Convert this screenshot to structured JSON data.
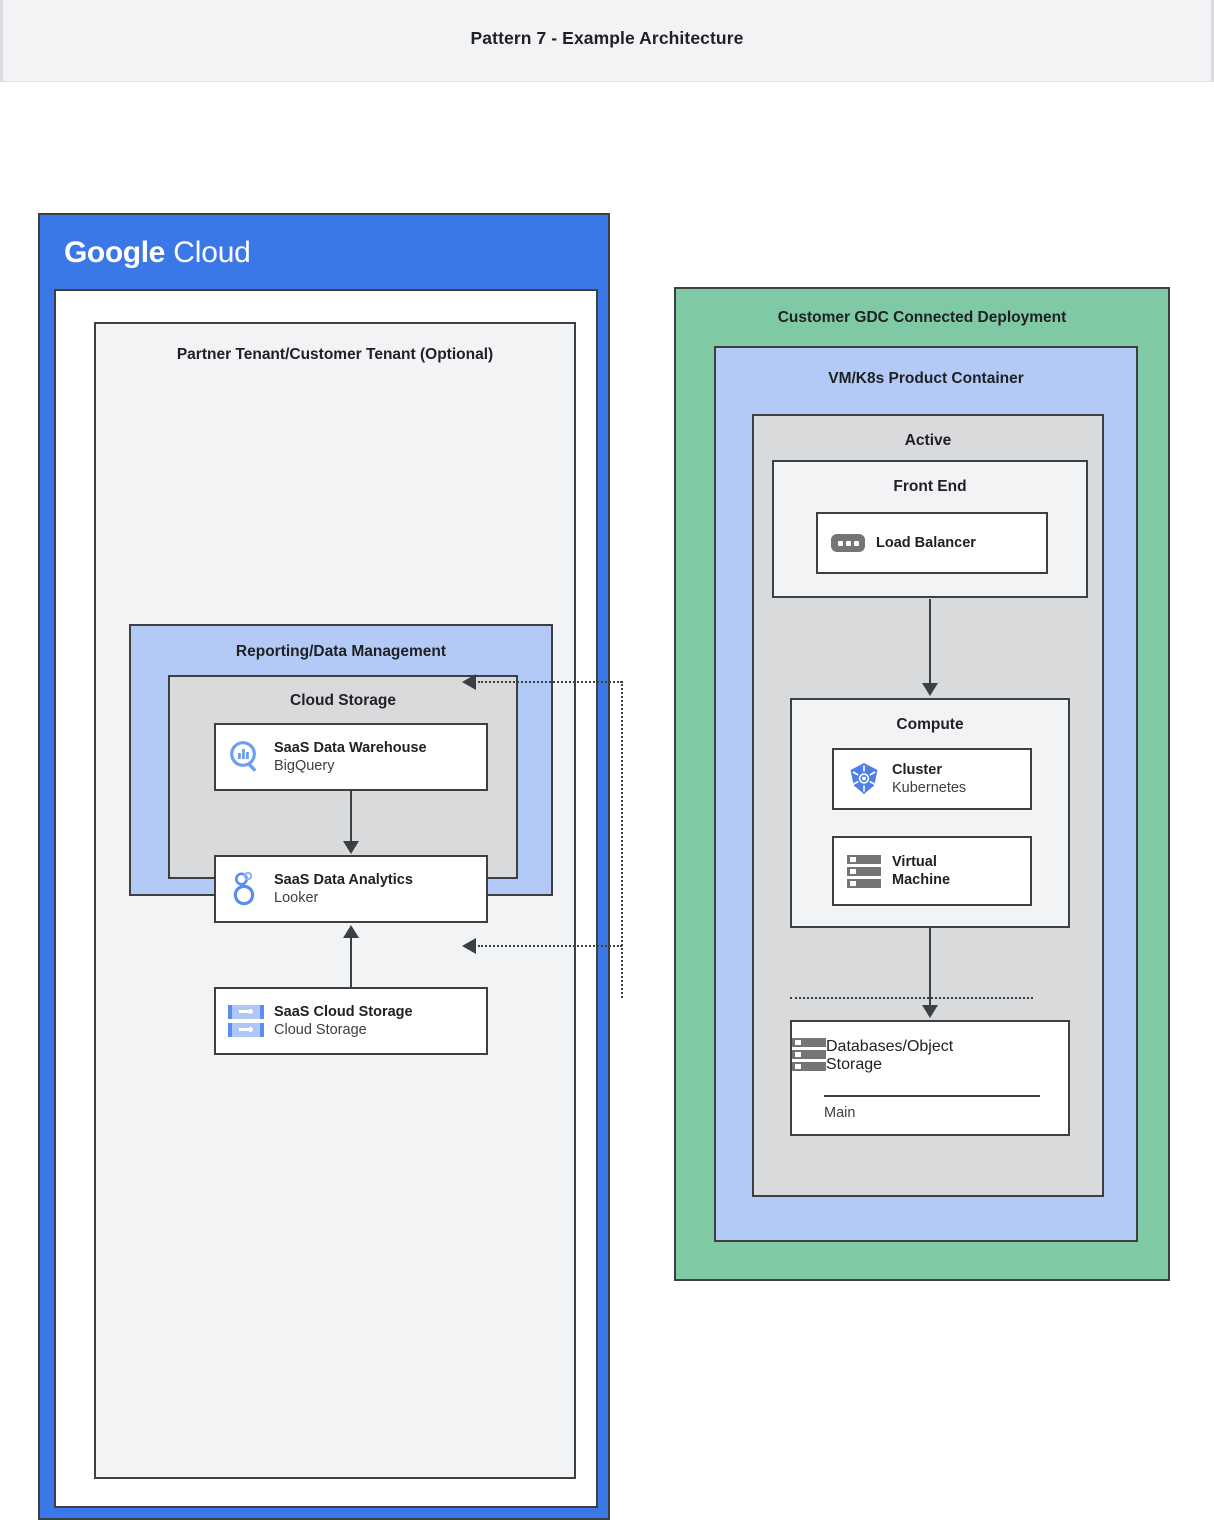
{
  "header": {
    "title": "Pattern 7 - Example Architecture"
  },
  "colors": {
    "google_blue": "#3b78e7",
    "light_blue": "#b4caf6",
    "green": "#80c9a5",
    "gray": "#d9dadb",
    "light_gray": "#f1f3f4",
    "stroke": "#3c4043",
    "icon_blue": "#5b8def"
  },
  "google_cloud_panel": {
    "logo_primary": "Google",
    "logo_secondary": "Cloud",
    "tenant": {
      "title": "Partner Tenant/Customer Tenant (Optional)"
    },
    "reporting": {
      "title": "Reporting/Data Management",
      "cloud_storage": {
        "title": "Cloud Storage",
        "services": [
          {
            "name": "SaaS Data Warehouse",
            "product": "BigQuery",
            "icon": "bigquery-icon"
          },
          {
            "name": "SaaS Data Analytics",
            "product": "Looker",
            "icon": "looker-icon"
          },
          {
            "name": "SaaS Cloud Storage",
            "product": "Cloud Storage",
            "icon": "cloud-storage-icon"
          }
        ]
      }
    }
  },
  "gdc_panel": {
    "title": "Customer GDC Connected Deployment",
    "product_container": {
      "title": "VM/K8s Product Container",
      "active": {
        "title": "Active",
        "front_end": {
          "title": "Front End",
          "service": {
            "name": "Load Balancer",
            "icon": "load-balancer-icon"
          }
        },
        "compute": {
          "title": "Compute",
          "services": [
            {
              "name": "Cluster",
              "product": "Kubernetes",
              "icon": "kubernetes-icon"
            },
            {
              "name": "Virtual",
              "product": "Machine",
              "icon": "virtual-machine-icon"
            }
          ]
        },
        "database": {
          "name_line1": "Databases/Object",
          "name_line2": "Storage",
          "sub": "Main",
          "icon": "server-stack-icon"
        }
      }
    }
  },
  "connectors": [
    {
      "from": "Load Balancer",
      "to": "Compute",
      "style": "solid-arrow-down"
    },
    {
      "from": "Compute",
      "to": "Databases/Object Storage",
      "style": "solid-arrow-down"
    },
    {
      "from": "SaaS Data Warehouse",
      "to": "SaaS Data Analytics",
      "style": "solid-arrow-down"
    },
    {
      "from": "SaaS Cloud Storage",
      "to": "SaaS Data Analytics",
      "style": "solid-arrow-up"
    },
    {
      "from": "Databases/Object Storage",
      "to": "SaaS Data Warehouse",
      "style": "dotted-arrow-left"
    },
    {
      "from": "Databases/Object Storage",
      "to": "SaaS Cloud Storage",
      "style": "dotted-arrow-left"
    }
  ]
}
